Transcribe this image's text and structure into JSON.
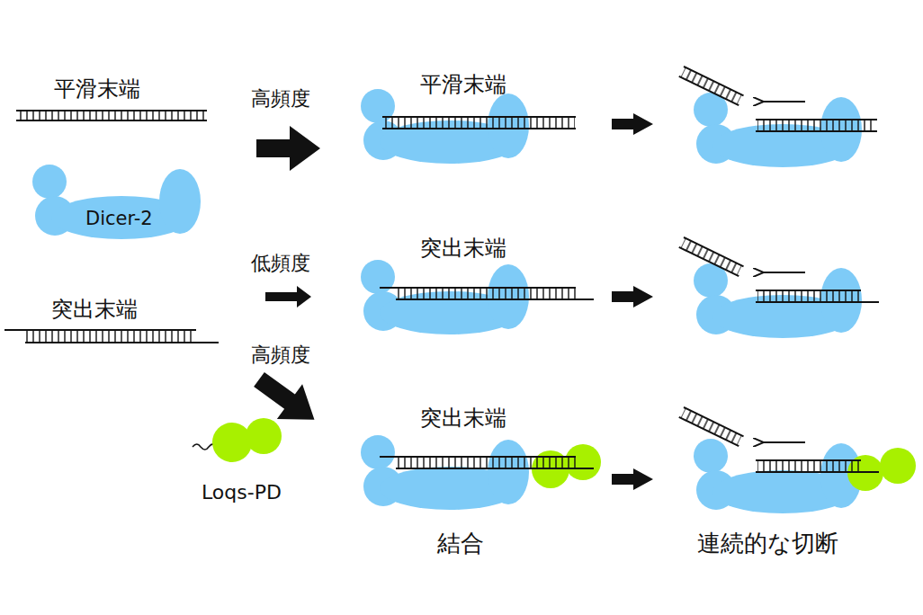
{
  "diagram": {
    "nodes": [
      {
        "text": [
          "Dicer-2"
        ]
      },
      {
        "text": [
          "Loqs-PD"
        ]
      }
    ],
    "labels": [
      "平滑末端",
      "突出末端",
      "高頻度",
      "低頻度",
      "高頻度",
      "平滑末端",
      "突出末端",
      "突出末端",
      "結合",
      "連続的な切断"
    ]
  }
}
